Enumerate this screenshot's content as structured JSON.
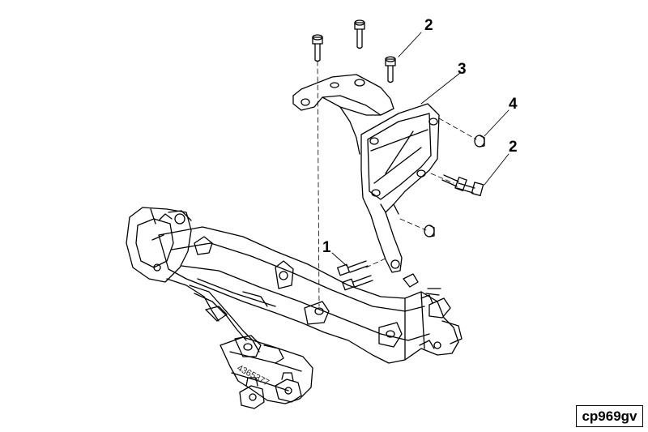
{
  "callouts": [
    {
      "id": "c2a",
      "label": "2"
    },
    {
      "id": "c3",
      "label": "3"
    },
    {
      "id": "c4",
      "label": "4"
    },
    {
      "id": "c2b",
      "label": "2"
    },
    {
      "id": "c1",
      "label": "1"
    }
  ],
  "reference_code": "cp969gv",
  "part_stamp": "4365377"
}
